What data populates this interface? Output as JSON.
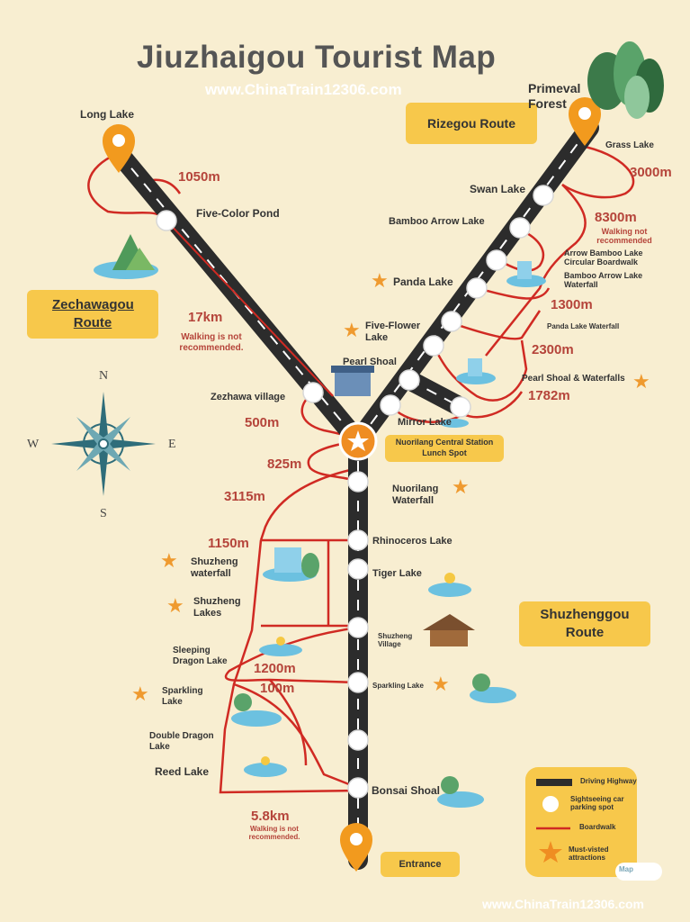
{
  "title": "Jiuzhaigou Tourist Map",
  "watermark_top": "www.ChinaTrain12306.com",
  "watermark_bottom": "www.ChinaTrain12306.com",
  "routes": {
    "zechawagou": "Zechawagou Route",
    "rizegou": "Rizegou Route",
    "shuzhenggou": "Shuzhenggou Route"
  },
  "central_station": {
    "line1": "Nuorilang Central Station",
    "line2": "Lunch Spot"
  },
  "entrance": "Entrance",
  "places": {
    "long_lake": "Long Lake",
    "five_color_pond": "Five-Color Pond",
    "zezhawa_village": "Zezhawa village",
    "primeval_forest": "Primeval Forest",
    "grass_lake": "Grass Lake",
    "swan_lake": "Swan Lake",
    "bamboo_arrow_lake": "Bamboo Arrow Lake",
    "arrow_bamboo_boardwalk": "Arrow Bamboo Lake Circular Boardwalk",
    "bamboo_arrow_waterfall": "Bamboo Arrow Lake Waterfall",
    "panda_lake": "Panda Lake",
    "panda_lake_waterfall": "Panda Lake Waterfall",
    "five_flower_lake": "Five-Flower Lake",
    "pearl_shoal": "Pearl Shoal",
    "pearl_shoal_waterfalls": "Pearl Shoal & Waterfalls",
    "mirror_lake": "Mirror Lake",
    "nuorilang_waterfall": "Nuorilang Waterfall",
    "rhinoceros_lake": "Rhinoceros Lake",
    "tiger_lake": "Tiger Lake",
    "shuzheng_waterfall": "Shuzheng waterfall",
    "shuzheng_lakes": "Shuzheng Lakes",
    "shuzheng_village": "Shuzheng Village",
    "sleeping_dragon_lake": "Sleeping Dragon Lake",
    "sparkling_lake_left": "Sparkling Lake",
    "sparkling_lake_right": "Sparkling Lake",
    "double_dragon_lake": "Double Dragon Lake",
    "reed_lake": "Reed Lake",
    "bonsai_shoal": "Bonsai Shoal"
  },
  "distances": {
    "d1050": "1050m",
    "d17km": "17km",
    "d3000": "3000m",
    "d8300": "8300m",
    "d1300": "1300m",
    "d2300": "2300m",
    "d1782": "1782m",
    "d500": "500m",
    "d825": "825m",
    "d3115": "3115m",
    "d1150": "1150m",
    "d1200": "1200m",
    "d100": "100m",
    "d58km": "5.8km"
  },
  "warnings": {
    "zechawagou": "Walking is not recommended.",
    "rizegou": "Walking not recommended",
    "shuzhenggou": "Walking is not recommended."
  },
  "compass": {
    "n": "N",
    "s": "S",
    "e": "E",
    "w": "W"
  },
  "legend": {
    "highway": "Driving Highway",
    "parking": "Sightseeing car parking spot",
    "boardwalk": "Boardwalk",
    "attractions": "Must-visted attractions",
    "badge": "Map"
  },
  "colors": {
    "background": "#f8eed1",
    "road": "#333333",
    "boardwalk": "#d02a23",
    "label_box": "#f7c84b",
    "distance_text": "#b5443a",
    "star": "#ef9a2f"
  }
}
